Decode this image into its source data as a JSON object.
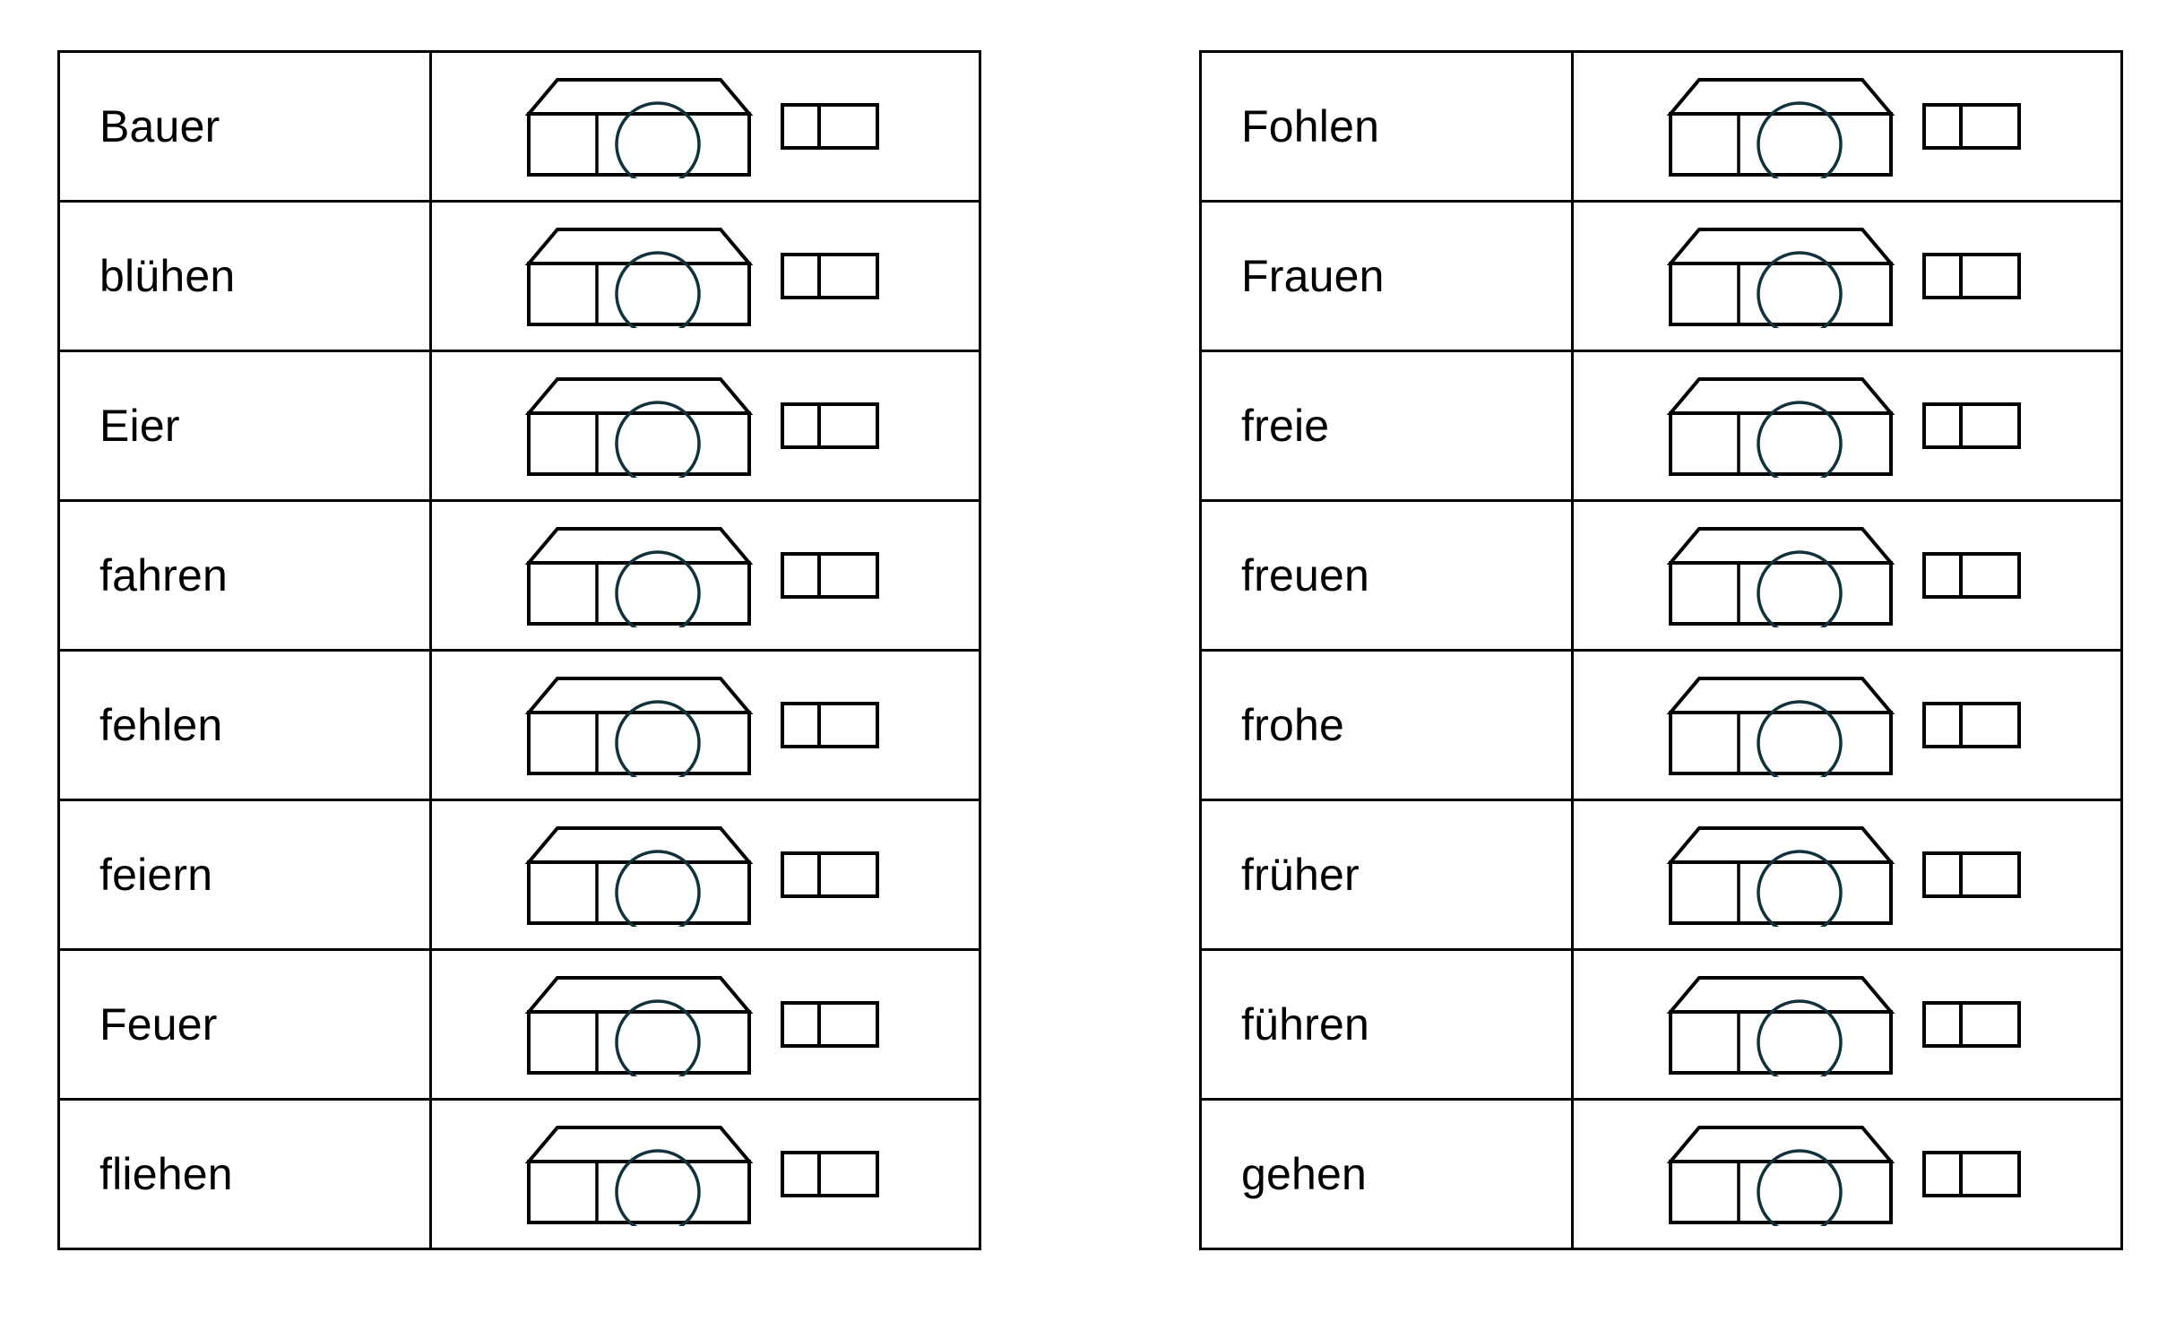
{
  "document": {
    "type": "worksheet",
    "title": "Silbenhaus Wortliste",
    "background_color": "#ffffff",
    "ink_color": "#000000"
  },
  "graphic": {
    "name": "syllable-house",
    "description": "Haus mit Dach, linkem schmalen Feld und Kreis, daneben ein Kasten mit zwei Feldern",
    "parts": [
      "roof-trapezoid",
      "house-body",
      "left-compartment",
      "circle",
      "two-cell-box"
    ]
  },
  "tables": [
    {
      "id": "left-table",
      "columns": [
        "word",
        "graphic"
      ],
      "rows": [
        {
          "word": "Bauer",
          "graphic": "syllable-house"
        },
        {
          "word": "blühen",
          "graphic": "syllable-house"
        },
        {
          "word": "Eier",
          "graphic": "syllable-house"
        },
        {
          "word": "fahren",
          "graphic": "syllable-house"
        },
        {
          "word": "fehlen",
          "graphic": "syllable-house"
        },
        {
          "word": "feiern",
          "graphic": "syllable-house"
        },
        {
          "word": "Feuer",
          "graphic": "syllable-house"
        },
        {
          "word": "fliehen",
          "graphic": "syllable-house"
        }
      ]
    },
    {
      "id": "right-table",
      "columns": [
        "word",
        "graphic"
      ],
      "rows": [
        {
          "word": "Fohlen",
          "graphic": "syllable-house"
        },
        {
          "word": "Frauen",
          "graphic": "syllable-house"
        },
        {
          "word": "freie",
          "graphic": "syllable-house"
        },
        {
          "word": "freuen",
          "graphic": "syllable-house"
        },
        {
          "word": "frohe",
          "graphic": "syllable-house"
        },
        {
          "word": "früher",
          "graphic": "syllable-house"
        },
        {
          "word": "führen",
          "graphic": "syllable-house"
        },
        {
          "word": "gehen",
          "graphic": "syllable-house"
        }
      ]
    }
  ]
}
